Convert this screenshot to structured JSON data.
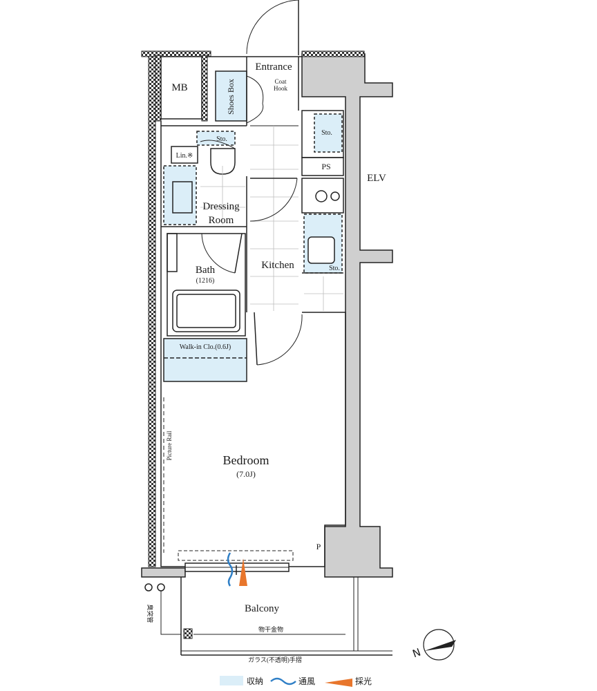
{
  "rooms": {
    "mb": "MB",
    "entrance": "Entrance",
    "shoes_box": "Shoes Box",
    "coat_hook_line1": "Coat",
    "coat_hook_line2": "Hook",
    "sto_top": "Sto.",
    "lin": "Lin.※",
    "sto_kitchen_top": "Sto.",
    "ps": "PS",
    "elv": "ELV",
    "dressing_line1": "Dressing",
    "dressing_line2": "Room",
    "kitchen": "Kitchen",
    "sto_kitchen": "Sto.",
    "bath": "Bath",
    "bath_size": "(1216)",
    "walkin": "Walk-in Clo.(0.6J)",
    "bedroom": "Bedroom",
    "bedroom_size": "(7.0J)",
    "picture_rail": "Picture Rail",
    "p": "P",
    "balcony": "Balcony",
    "vent_pipe": "臭突管",
    "drying_hardware": "物干金物",
    "handrail": "ガラス(不透明)手摺"
  },
  "compass": {
    "label": "N"
  },
  "legend": {
    "storage": "収納",
    "ventilation": "通風",
    "lighting": "採光",
    "colors": {
      "storage": "#dbeef8",
      "ventilation": "#2f7fc6",
      "lighting": "#e8762c",
      "wall": "#cfcfcf"
    }
  }
}
